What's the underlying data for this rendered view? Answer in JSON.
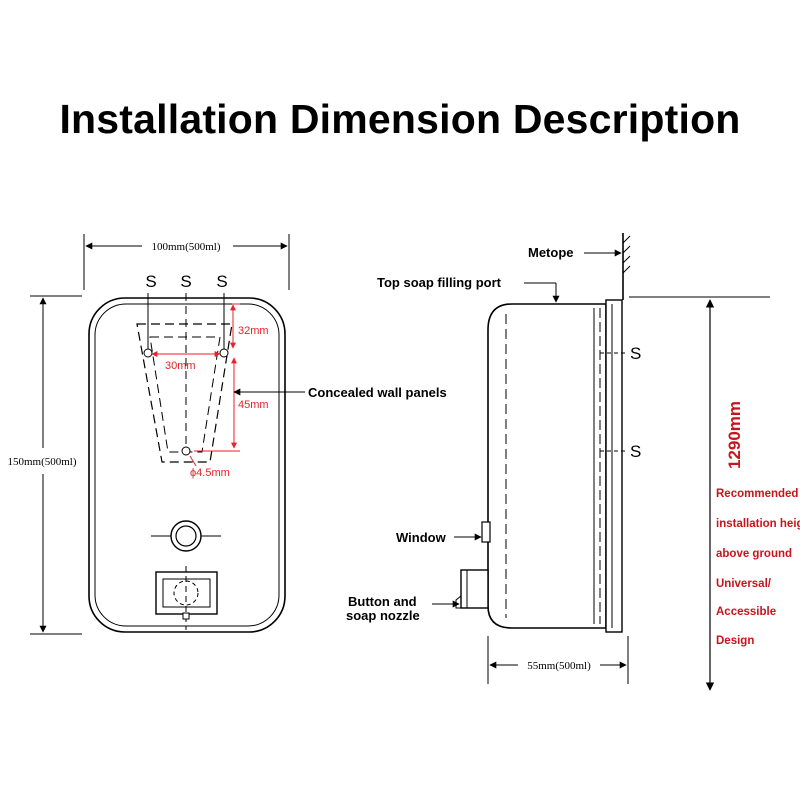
{
  "title": "Installation Dimension Description",
  "front_view": {
    "width_dim": "100mm(500ml)",
    "height_dim": "150mm(500ml)",
    "screw_symbol": "S",
    "dim_32": "32mm",
    "dim_30": "30mm",
    "dim_45": "45mm",
    "dim_hole": "ϕ4.5mm",
    "concealed_label": "Concealed wall panels"
  },
  "side_view": {
    "metope_label": "Metope",
    "top_port_label": "Top soap filling port",
    "screw_symbol": "S",
    "window_label": "Window",
    "button_label_1": "Button and",
    "button_label_2": "soap nozzle",
    "depth_dim": "55mm(500ml)",
    "height_dim": "1290mm",
    "note_lines": [
      "Recommended",
      "installation height",
      "above ground",
      "Universal/",
      "Accessible",
      "Design"
    ]
  },
  "colors": {
    "dimension_red": "#e8222a",
    "note_red": "#c8141b",
    "line": "#000000"
  }
}
